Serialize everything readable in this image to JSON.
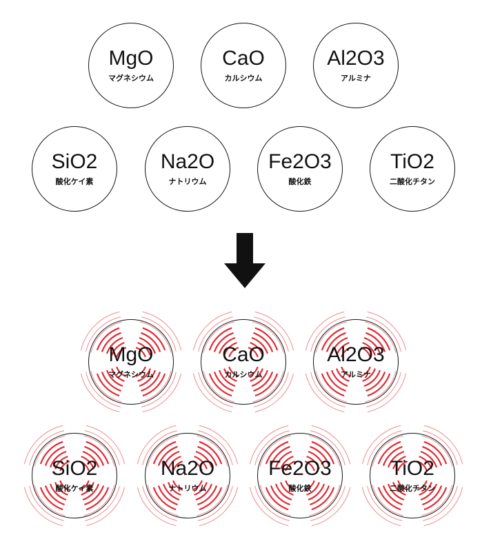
{
  "before": [
    {
      "formula": "MgO",
      "name": "マグネシウム"
    },
    {
      "formula": "CaO",
      "name": "カルシウム"
    },
    {
      "formula": "Al2O3",
      "name": "アルミナ"
    },
    {
      "formula": "SiO2",
      "name": "酸化ケイ素"
    },
    {
      "formula": "Na2O",
      "name": "ナトリウム"
    },
    {
      "formula": "Fe2O3",
      "name": "酸化鉄"
    },
    {
      "formula": "TiO2",
      "name": "二酸化チタン"
    }
  ],
  "after": [
    {
      "formula": "MgO",
      "name": "マグネシウム"
    },
    {
      "formula": "CaO",
      "name": "カルシウム"
    },
    {
      "formula": "Al2O3",
      "name": "アルミナ"
    },
    {
      "formula": "SiO2",
      "name": "酸化ケイ素"
    },
    {
      "formula": "Na2O",
      "name": "ナトリウム"
    },
    {
      "formula": "Fe2O3",
      "name": "酸化鉄"
    },
    {
      "formula": "TiO2",
      "name": "二酸化チタン"
    }
  ],
  "colors": {
    "vibration": "#e0101a",
    "line": "#111111"
  }
}
